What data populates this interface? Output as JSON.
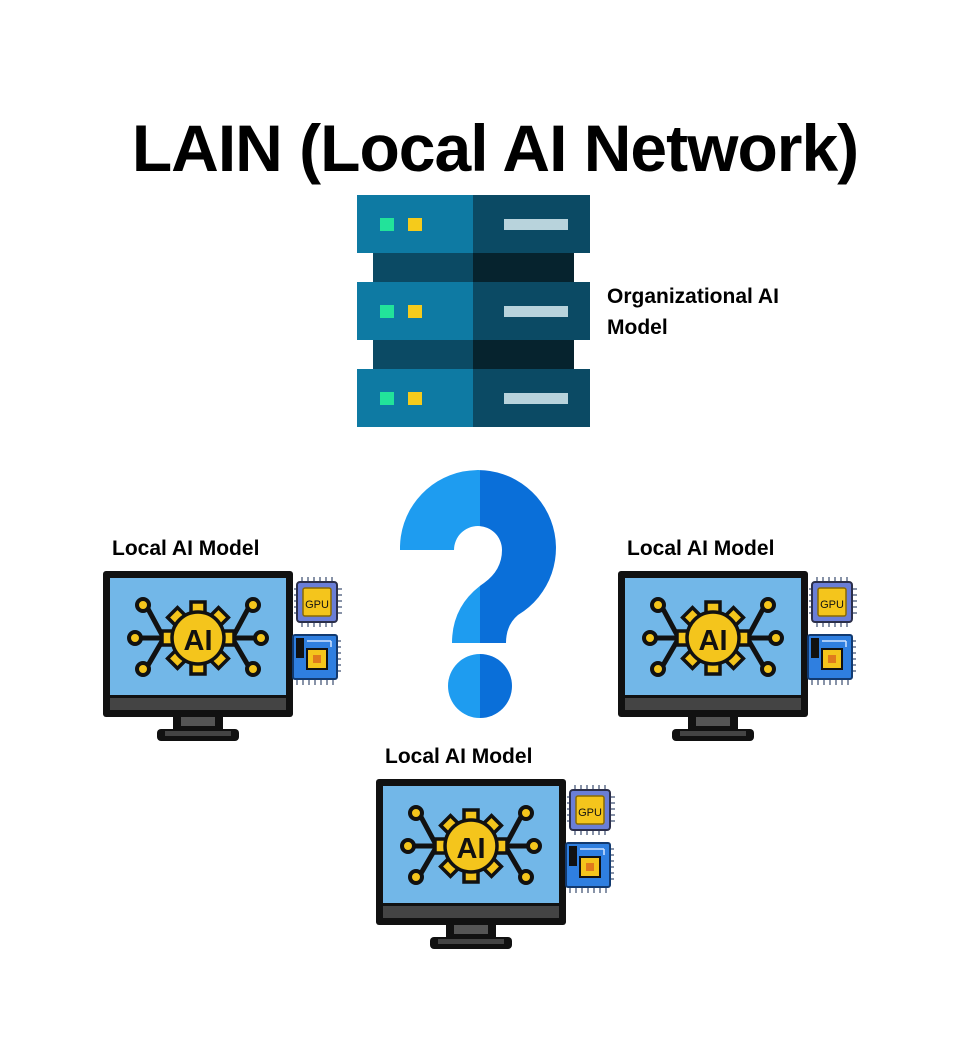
{
  "diagram": {
    "title": "LAIN (Local AI Network)",
    "server": {
      "label": "Organizational AI Model",
      "icon": "server-rack-icon"
    },
    "center_icon": "question-mark-icon",
    "nodes": [
      {
        "label": "Local AI Model",
        "icon": "computer-ai-icon",
        "chip_text": "GPU",
        "chip_icon": "gpu-chip-icon",
        "board_icon": "motherboard-icon",
        "screen_text": "AI"
      },
      {
        "label": "Local AI Model",
        "icon": "computer-ai-icon",
        "chip_text": "GPU",
        "chip_icon": "gpu-chip-icon",
        "board_icon": "motherboard-icon",
        "screen_text": "AI"
      },
      {
        "label": "Local AI Model",
        "icon": "computer-ai-icon",
        "chip_text": "GPU",
        "chip_icon": "gpu-chip-icon",
        "board_icon": "motherboard-icon",
        "screen_text": "AI"
      }
    ],
    "colors": {
      "server_light": "#0e7aa3",
      "server_dark": "#0b4a64",
      "server_darkest": "#06232e",
      "led_green": "#22e39a",
      "led_yellow": "#f5cb1b",
      "question_light": "#1e9cf0",
      "question_dark": "#0a6fd9",
      "screen": "#72b7e8",
      "gear": "#f4c51c",
      "monitor_frame": "#111111"
    }
  }
}
